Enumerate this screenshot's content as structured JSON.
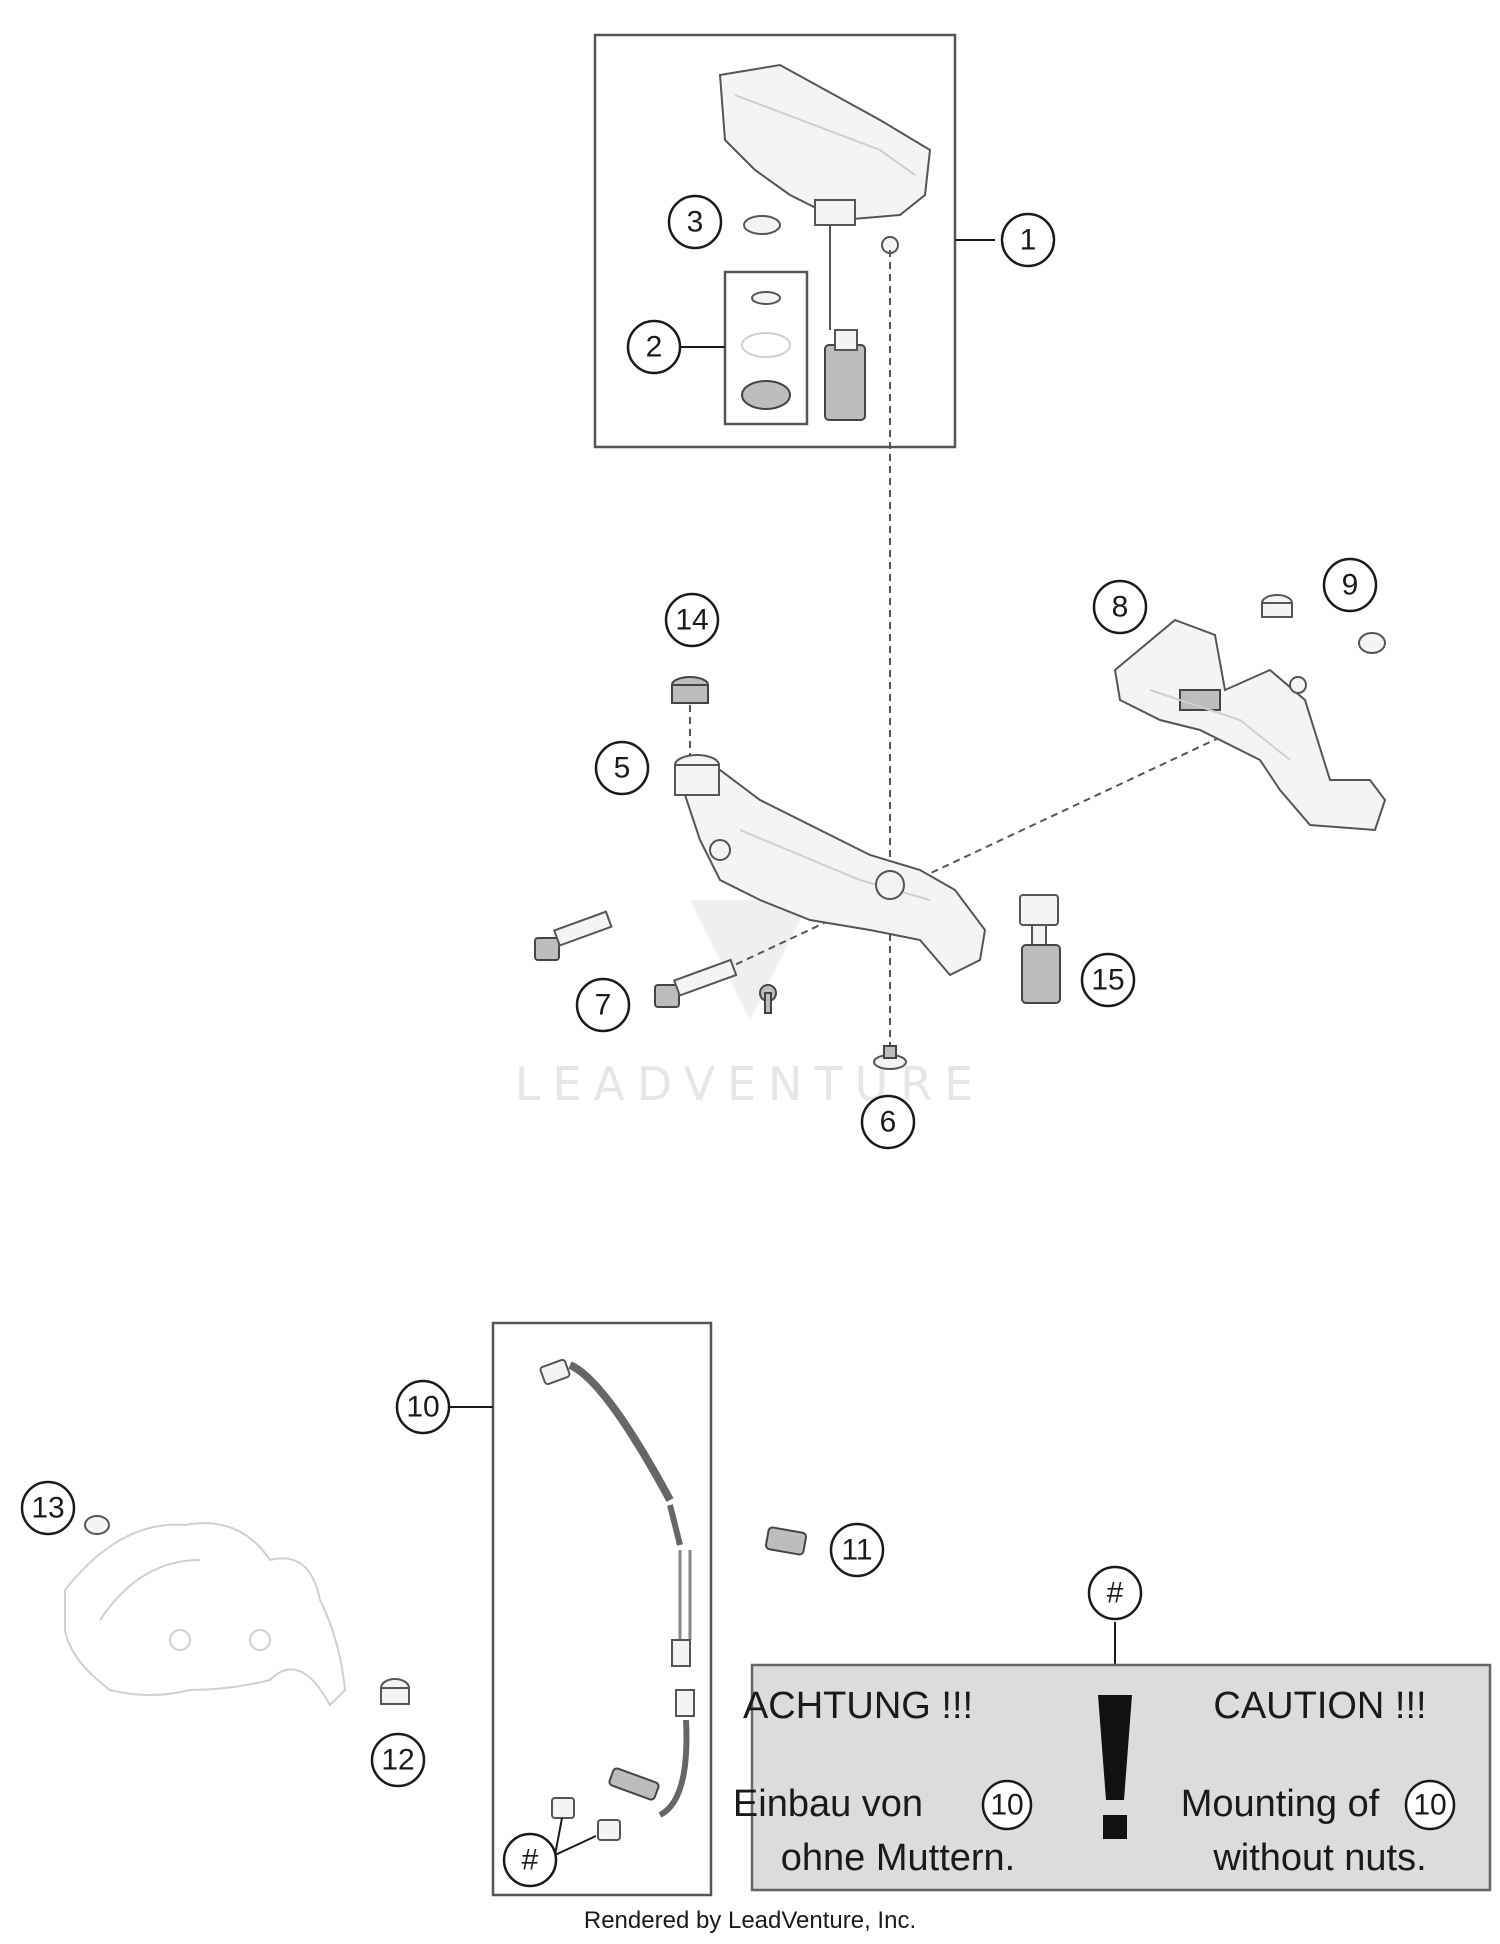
{
  "callouts": {
    "c1": "1",
    "c2": "2",
    "c3": "3",
    "c5": "5",
    "c6": "6",
    "c7": "7",
    "c8": "8",
    "c9": "9",
    "c10": "10",
    "c11": "11",
    "c12": "12",
    "c13": "13",
    "c14": "14",
    "c15": "15",
    "hash_box": "#",
    "hash_note": "#"
  },
  "caution": {
    "de_title": "ACHTUNG !!!",
    "de_line1": "Einbau von",
    "de_ref": "10",
    "de_line2": "ohne Muttern.",
    "exclamation": "!",
    "en_title": "CAUTION !!!",
    "en_line1": "Mounting of",
    "en_ref": "10",
    "en_line2": "without nuts."
  },
  "watermark": "LEADVENTURE",
  "footer": "Rendered by LeadVenture, Inc."
}
